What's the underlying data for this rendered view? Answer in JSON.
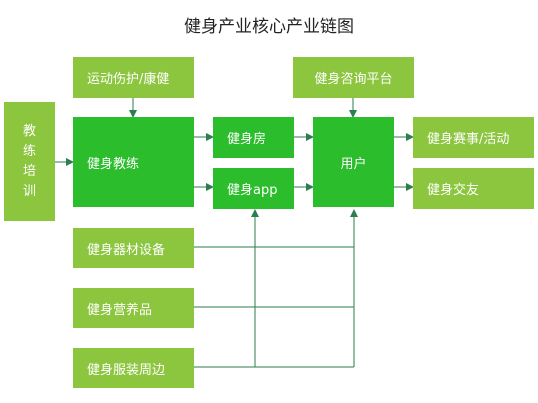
{
  "title": "健身产业核心产业链图",
  "nodes": {
    "training": "教练培训",
    "injury": "运动伤护/康健",
    "coach": "健身教练",
    "gym": "健身房",
    "app": "健身app",
    "consult": "健身咨询平台",
    "user": "用户",
    "events": "健身赛事/活动",
    "friends": "健身交友",
    "equipment": "健身器材设备",
    "nutrition": "健身营养品",
    "apparel": "健身服装周边"
  },
  "colors": {
    "light_box": "#8cc63f",
    "dark_box": "#2bbd2b",
    "connector": "#2e7d4f"
  }
}
